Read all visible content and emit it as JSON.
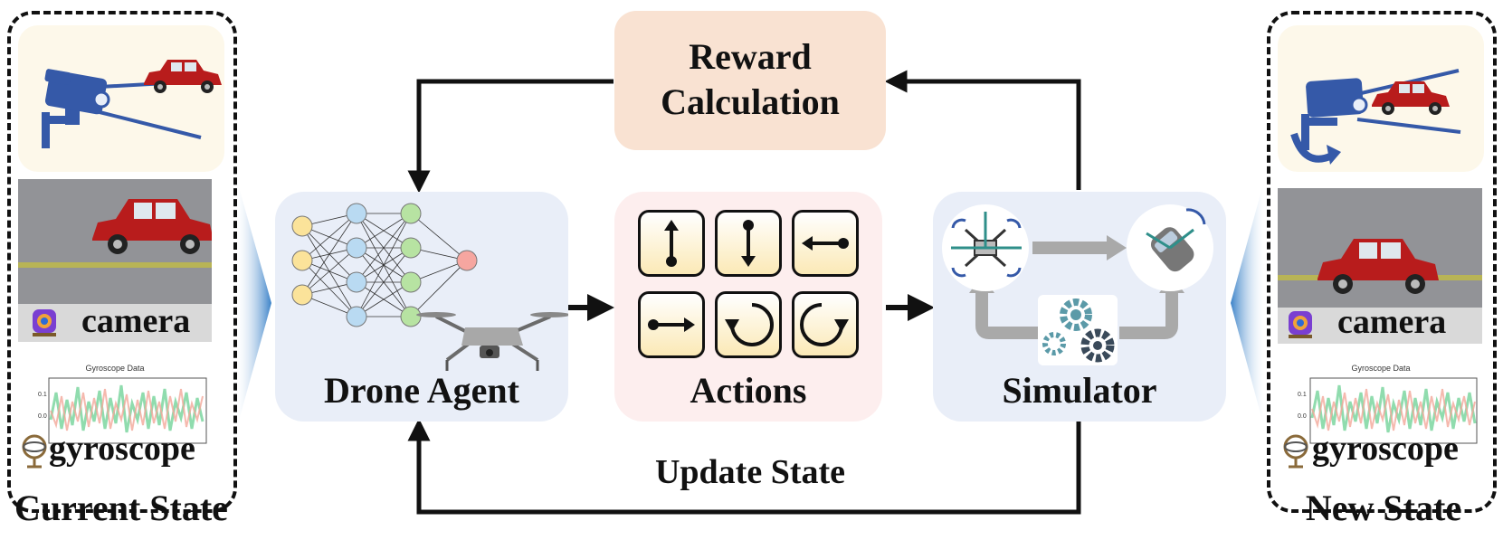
{
  "title_reward": "Reward Calculation",
  "label_drone_agent": "Drone Agent",
  "label_actions": "Actions",
  "label_simulator": "Simulator",
  "label_update_state": "Update State",
  "current_state": {
    "caption": "Current State",
    "camera_label": "camera",
    "gyro_label": "gyroscope",
    "plot_title": "Gyroscope Data"
  },
  "new_state": {
    "caption": "New State",
    "camera_label": "camera",
    "gyro_label": "gyroscope",
    "plot_title": "Gyroscope Data"
  },
  "actions": [
    "move-up",
    "move-down",
    "move-left",
    "move-right",
    "rotate-counterclockwise",
    "rotate-clockwise"
  ],
  "colors": {
    "reward_bg": "#f9e2d2",
    "agent_bg": "#e9eef8",
    "actions_bg": "#fdeeee",
    "simulator_bg": "#e9eef8",
    "state_card_bg": "#fdf8ea",
    "camera_blue": "#3559a8",
    "car_red": "#b81c1c",
    "arrow": "#111111"
  }
}
